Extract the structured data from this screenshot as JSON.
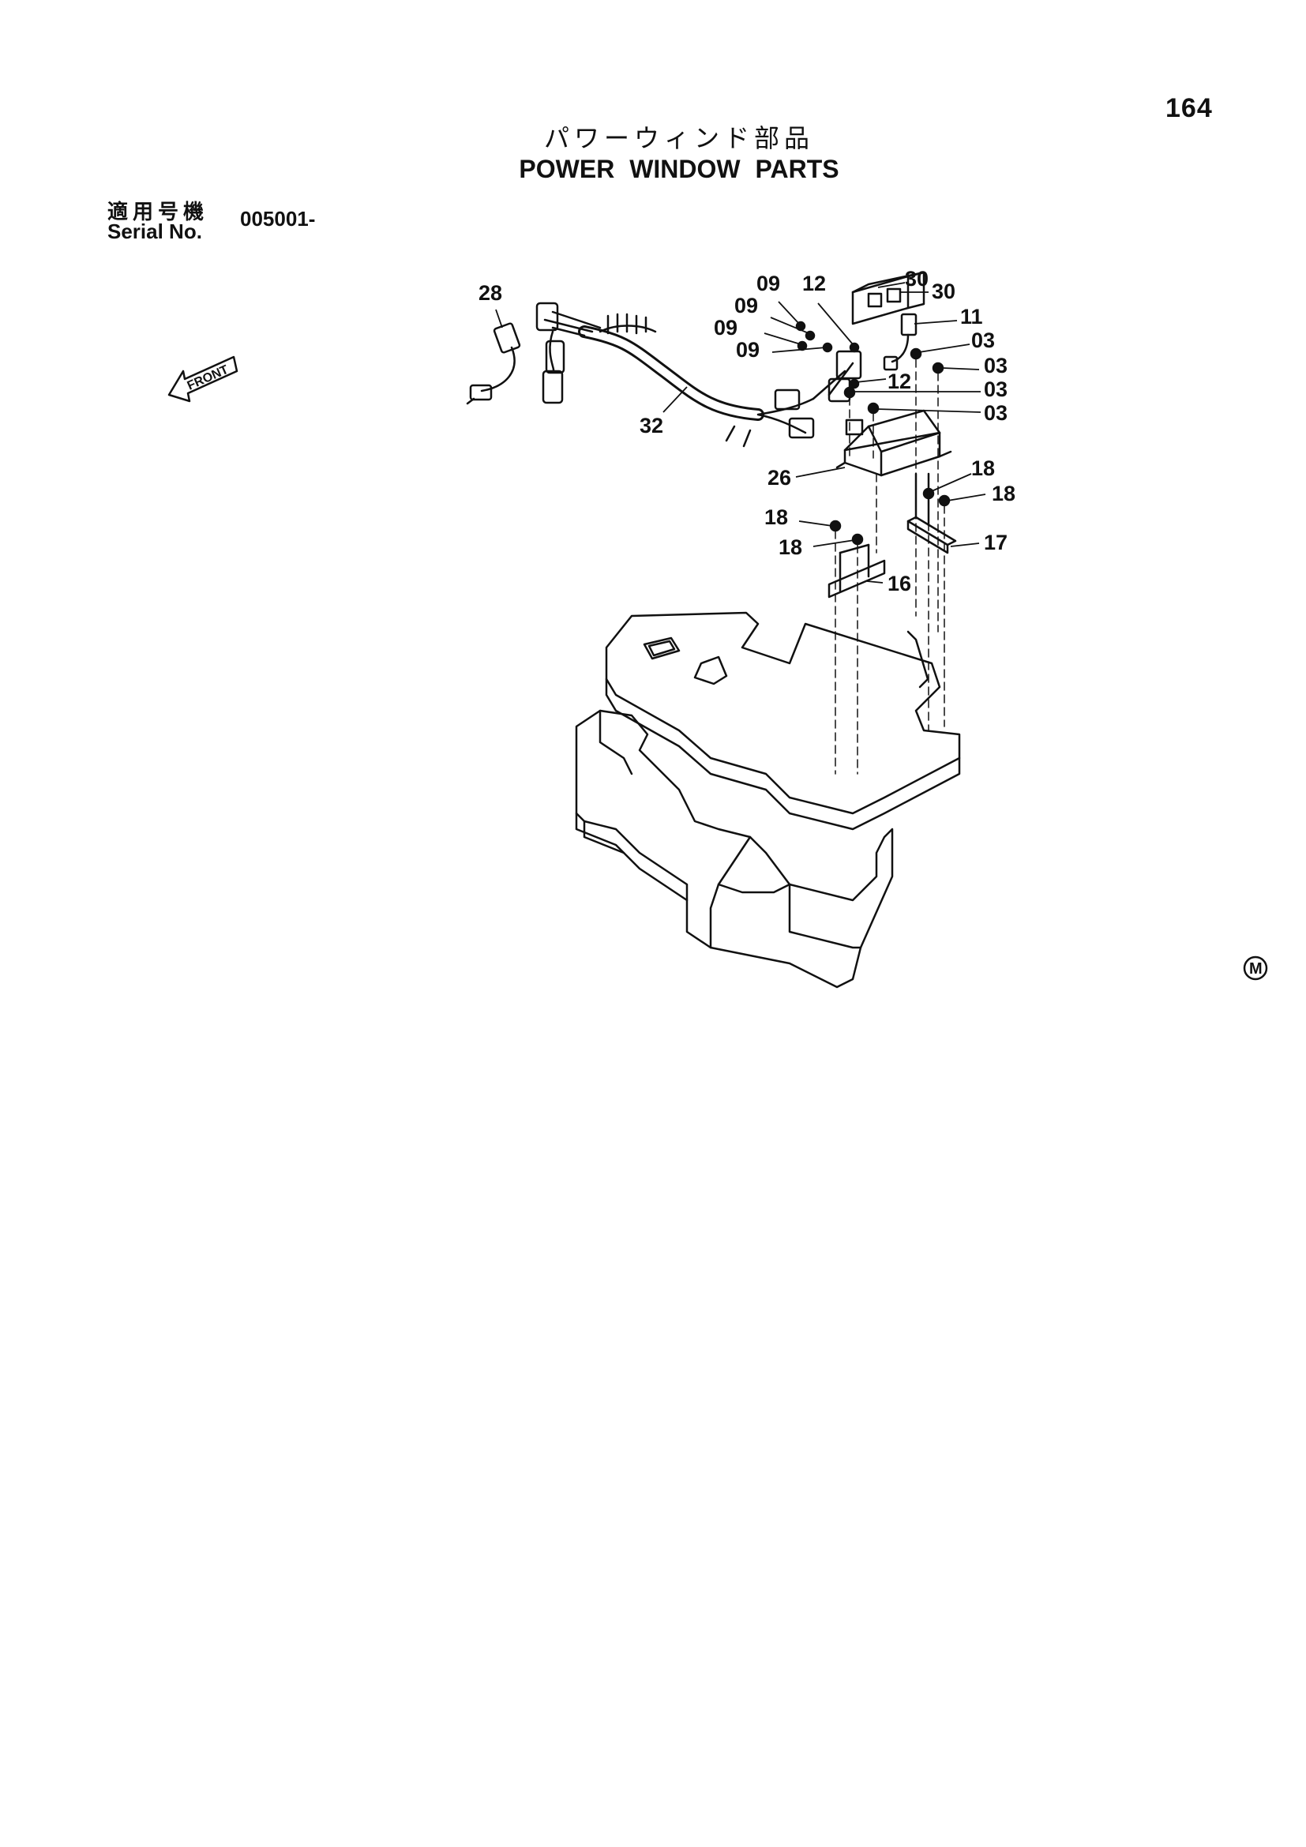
{
  "page": {
    "number": "164",
    "title_jp": "パワーウィンド部品",
    "title_en": "POWER WINDOW PARTS"
  },
  "serial": {
    "label_jp": "適用号機",
    "label_en": "Serial No.",
    "value": "005001-"
  },
  "front_label": "FRONT",
  "marker": "M",
  "callouts": [
    {
      "id": "c28",
      "label": "28"
    },
    {
      "id": "c32",
      "label": "32"
    },
    {
      "id": "c09a",
      "label": "09"
    },
    {
      "id": "c09b",
      "label": "09"
    },
    {
      "id": "c09c",
      "label": "09"
    },
    {
      "id": "c09d",
      "label": "09"
    },
    {
      "id": "c12a",
      "label": "12"
    },
    {
      "id": "c12b",
      "label": "12"
    },
    {
      "id": "c30a",
      "label": "30"
    },
    {
      "id": "c30b",
      "label": "30"
    },
    {
      "id": "c11",
      "label": "11"
    },
    {
      "id": "c03a",
      "label": "03"
    },
    {
      "id": "c03b",
      "label": "03"
    },
    {
      "id": "c03c",
      "label": "03"
    },
    {
      "id": "c03d",
      "label": "03"
    },
    {
      "id": "c26",
      "label": "26"
    },
    {
      "id": "c18a",
      "label": "18"
    },
    {
      "id": "c18b",
      "label": "18"
    },
    {
      "id": "c18c",
      "label": "18"
    },
    {
      "id": "c18d",
      "label": "18"
    },
    {
      "id": "c17",
      "label": "17"
    },
    {
      "id": "c16",
      "label": "16"
    }
  ],
  "colors": {
    "ink": "#111111",
    "paper": "#ffffff"
  }
}
